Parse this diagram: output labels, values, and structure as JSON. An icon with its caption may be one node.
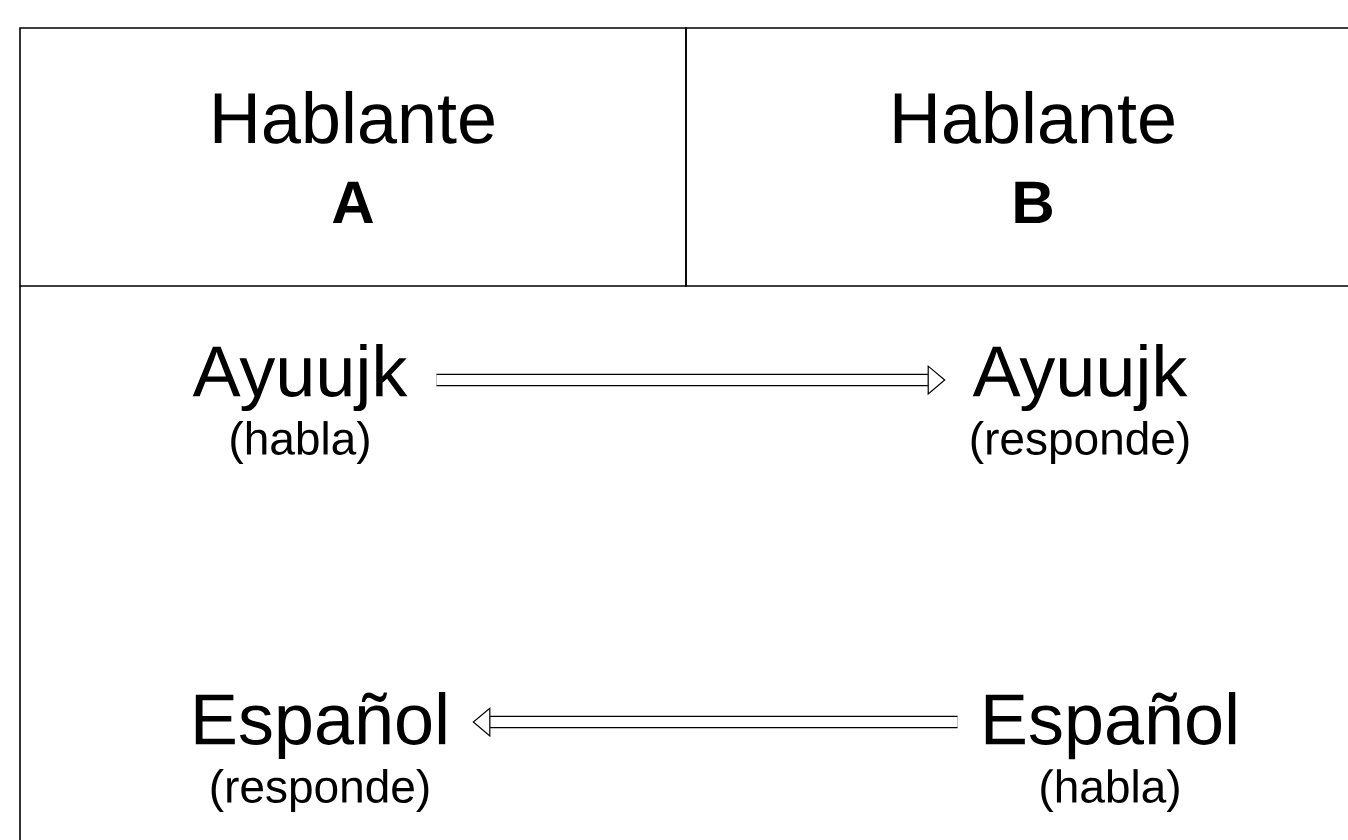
{
  "diagram": {
    "nodes": [
      {
        "text": [
          "Hablante",
          "A"
        ]
      },
      {
        "text": [
          "Hablante",
          "B"
        ]
      },
      {
        "text": [
          "Ayuujk",
          "(habla)"
        ]
      },
      {
        "text": [
          "Ayuujk",
          "(responde)"
        ]
      },
      {
        "text": [
          "Español",
          "(responde)"
        ]
      },
      {
        "text": [
          "Español",
          "(habla)"
        ]
      }
    ],
    "edges": [
      {
        "from": 2,
        "to": 3,
        "arrow": "to"
      },
      {
        "from": 5,
        "to": 4,
        "arrow": "to"
      }
    ]
  }
}
